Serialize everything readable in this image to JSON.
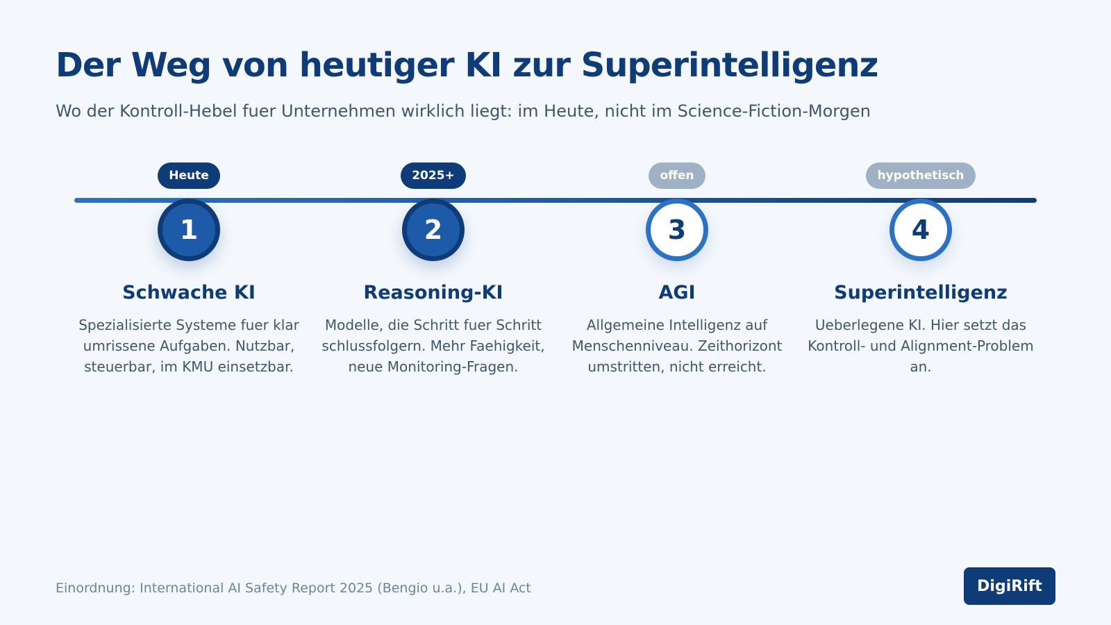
{
  "header": {
    "title": "Der Weg von heutiger KI zur Superintelligenz",
    "subtitle": "Wo der Kontroll-Hebel fuer Unternehmen wirklich liegt: im Heute, nicht im Science-Fiction-Morgen"
  },
  "stages": [
    {
      "badge": "Heute",
      "number": "1",
      "title": "Schwache KI",
      "description": "Spezialisierte Systeme fuer klar umrissene Aufgaben. Nutzbar, steuerbar, im KMU einsetzbar."
    },
    {
      "badge": "2025+",
      "number": "2",
      "title": "Reasoning-KI",
      "description": "Modelle, die Schritt fuer Schritt schlussfolgern. Mehr Faehigkeit, neue Monitoring-Fragen."
    },
    {
      "badge": "offen",
      "number": "3",
      "title": "AGI",
      "description": "Allgemeine Intelligenz auf Menschenniveau. Zeithorizont umstritten, nicht erreicht."
    },
    {
      "badge": "hypothetisch",
      "number": "4",
      "title": "Superintelligenz",
      "description": "Ueberlegene KI. Hier setzt das Kontroll- und Alignment-Problem an."
    }
  ],
  "footer": {
    "source": "Einordnung: International AI Safety Report 2025 (Bengio u.a.), EU AI Act",
    "brand": "DigiRift"
  },
  "colors": {
    "primary": "#0e3c78",
    "accent": "#1d5ba8",
    "muted_badge": "#9fb1c5",
    "background": "#f4f8fd"
  }
}
